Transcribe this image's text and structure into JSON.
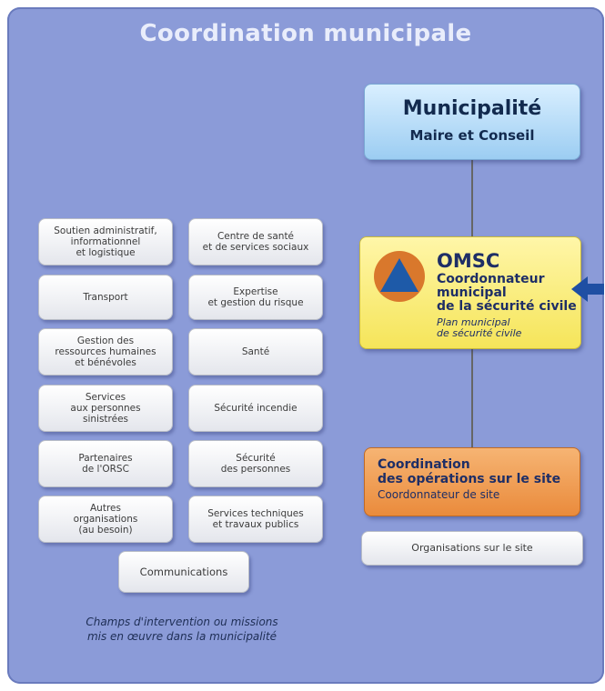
{
  "title": "Coordination municipale",
  "municipalite": {
    "heading": "Municipalité",
    "subheading": "Maire et Conseil"
  },
  "omsc": {
    "heading": "OMSC",
    "role": "Coordonnateur\nmunicipal\nde la sécurité civile",
    "plan": "Plan municipal\nde sécurité civile"
  },
  "coordination": {
    "heading": "Coordination\ndes opérations sur le site",
    "subheading": "Coordonnateur de site"
  },
  "site_orgs": "Organisations sur le site",
  "missions_left": [
    "Soutien administratif,\ninformationnel\net logistique",
    "Transport",
    "Gestion des\nressources humaines\net bénévoles",
    "Services\naux personnes\nsinistrées",
    "Partenaires\nde l'ORSC",
    "Autres\norganisations\n(au besoin)"
  ],
  "missions_right": [
    "Centre de santé\net de services sociaux",
    "Expertise\net gestion du risque",
    "Santé",
    "Sécurité incendie",
    "Sécurité\ndes personnes",
    "Services techniques\net travaux publics"
  ],
  "communications": "Communications",
  "caption": "Champs d'intervention ou missions\nmis en œuvre dans la municipalité",
  "colors": {
    "background": "#8b9bd8",
    "municipalite": "#b7dcf7",
    "omsc": "#f9ec79",
    "coordination": "#ee9a4e",
    "logo_triangle": "#1e5aa8",
    "logo_circle": "#d9782c",
    "arrow": "#1f4fa3"
  }
}
